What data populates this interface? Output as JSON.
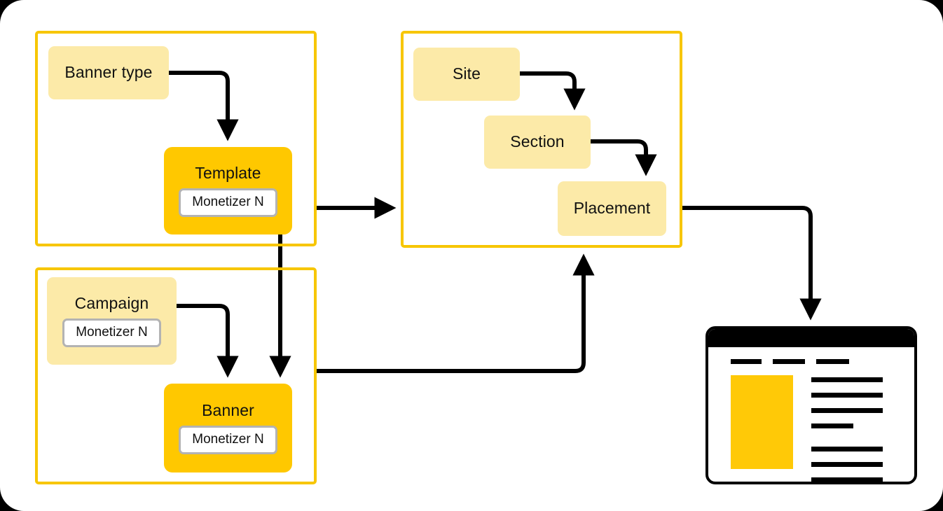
{
  "diagram": {
    "title": "Banner, campaign and inventory relationship diagram",
    "colors": {
      "group_border": "#F7C600",
      "node_light": "#FCEAA8",
      "node_solid": "#FFC800",
      "chip_background": "#FFFFFF",
      "chip_border": "#B3B3B3",
      "connector": "#000000",
      "page_background": "#FFFFFF",
      "ad_slot": "#FFC907"
    },
    "groups": [
      {
        "id": "banner-definition",
        "label": ""
      },
      {
        "id": "campaign-banner",
        "label": ""
      },
      {
        "id": "inventory",
        "label": ""
      }
    ],
    "nodes": {
      "banner_type": {
        "label": "Banner type"
      },
      "template": {
        "label": "Template",
        "chip": "Monetizer N"
      },
      "campaign": {
        "label": "Campaign",
        "chip": "Monetizer N"
      },
      "banner": {
        "label": "Banner",
        "chip": "Monetizer N"
      },
      "site": {
        "label": "Site"
      },
      "section": {
        "label": "Section"
      },
      "placement": {
        "label": "Placement"
      }
    },
    "connectors": [
      {
        "from": "banner_type",
        "to": "template",
        "style": "elbow-down-arrow"
      },
      {
        "from": "template",
        "to": "banner",
        "style": "straight-down-arrow"
      },
      {
        "from": "campaign",
        "to": "banner",
        "style": "elbow-down-arrow"
      },
      {
        "from": "group-banner-definition",
        "to": "group-inventory",
        "style": "straight-right-arrow"
      },
      {
        "from": "site",
        "to": "section",
        "style": "elbow-down-arrow"
      },
      {
        "from": "section",
        "to": "placement",
        "style": "elbow-down-arrow"
      },
      {
        "from": "group-campaign-banner",
        "to": "group-inventory",
        "style": "elbow-up-arrow"
      },
      {
        "from": "placement",
        "to": "browser_mockup",
        "style": "elbow-down-arrow"
      }
    ],
    "browser_mockup": {
      "name": "web-page-preview",
      "nav_items": [
        "",
        "",
        ""
      ],
      "ad_slot_label": "",
      "text_lines": [
        {
          "length": "full"
        },
        {
          "length": "full"
        },
        {
          "length": "full"
        },
        {
          "length": "short"
        },
        {
          "length": "full"
        },
        {
          "length": "full"
        },
        {
          "length": "full"
        }
      ]
    }
  }
}
